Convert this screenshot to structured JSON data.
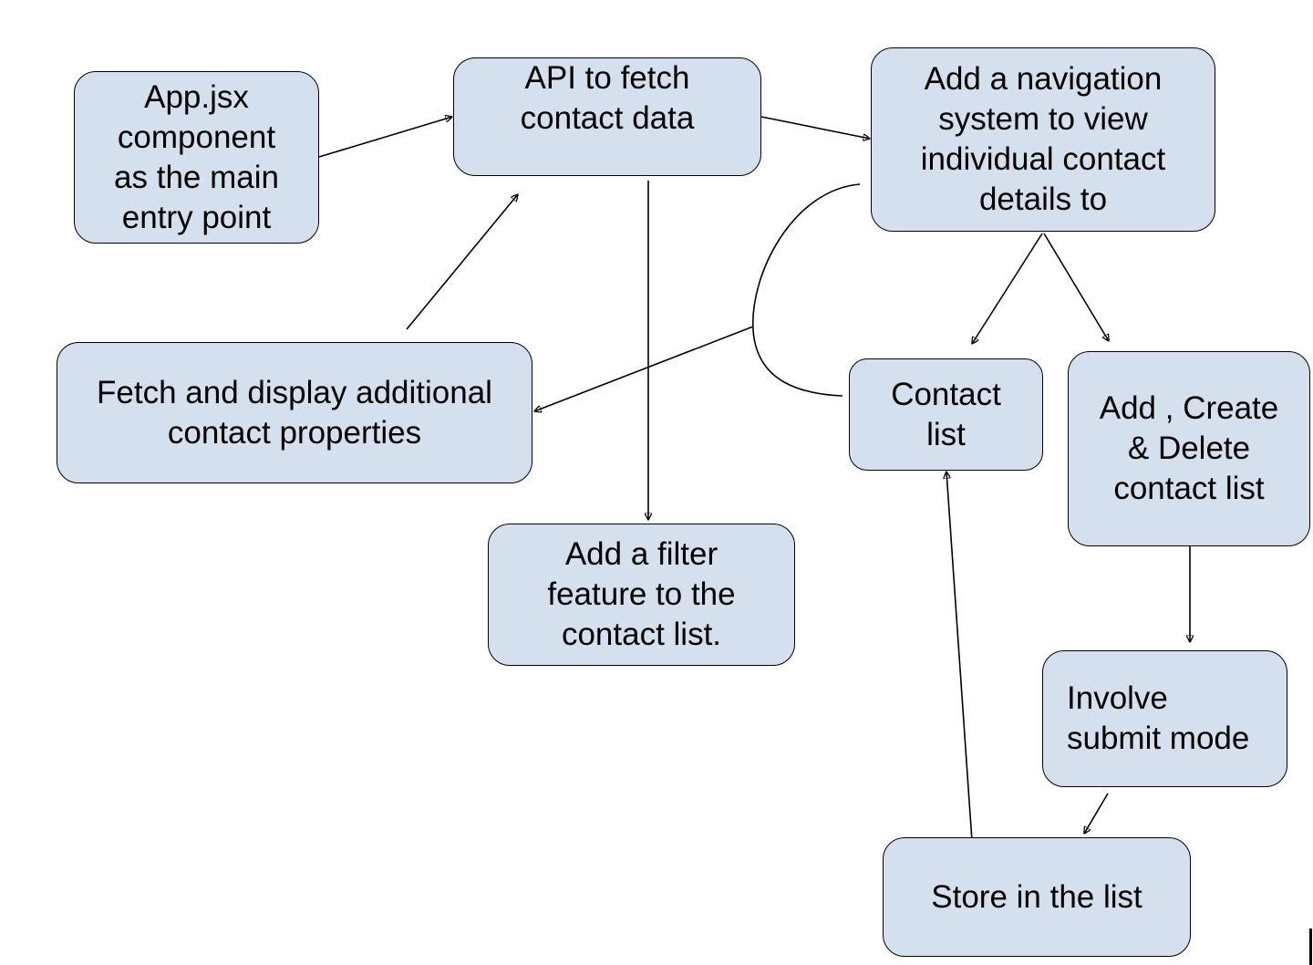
{
  "diagram": {
    "nodes": [
      {
        "id": "app",
        "label": "App.jsx\ncomponent\nas the main\nentry point"
      },
      {
        "id": "api",
        "label": "API to fetch\ncontact data"
      },
      {
        "id": "nav",
        "label": "Add a navigation\nsystem to view\nindividual contact\ndetails to"
      },
      {
        "id": "fetch",
        "label": "Fetch and display additional\ncontact properties"
      },
      {
        "id": "contact_list",
        "label": "Contact\nlist"
      },
      {
        "id": "crud",
        "label": "Add , Create\n& Delete\ncontact list"
      },
      {
        "id": "filter",
        "label": "Add a filter\nfeature to the\ncontact list."
      },
      {
        "id": "submit",
        "label": "Involve\nsubmit mode"
      },
      {
        "id": "store",
        "label": "Store in the list"
      }
    ],
    "edges": [
      {
        "from": "app",
        "to": "api"
      },
      {
        "from": "api",
        "to": "nav"
      },
      {
        "from": "api",
        "to": "filter"
      },
      {
        "from": "fetch",
        "to": "api"
      },
      {
        "from": "nav",
        "to": "contact_list"
      },
      {
        "from": "nav",
        "to": "crud"
      },
      {
        "from": "contact_list",
        "to": "fetch",
        "style": "curved"
      },
      {
        "from": "crud",
        "to": "submit"
      },
      {
        "from": "submit",
        "to": "store"
      },
      {
        "from": "store",
        "to": "contact_list"
      }
    ],
    "colors": {
      "node_fill": "#d5e0ee",
      "node_border": "#000000",
      "edge": "#000000",
      "background": "#ffffff"
    }
  }
}
